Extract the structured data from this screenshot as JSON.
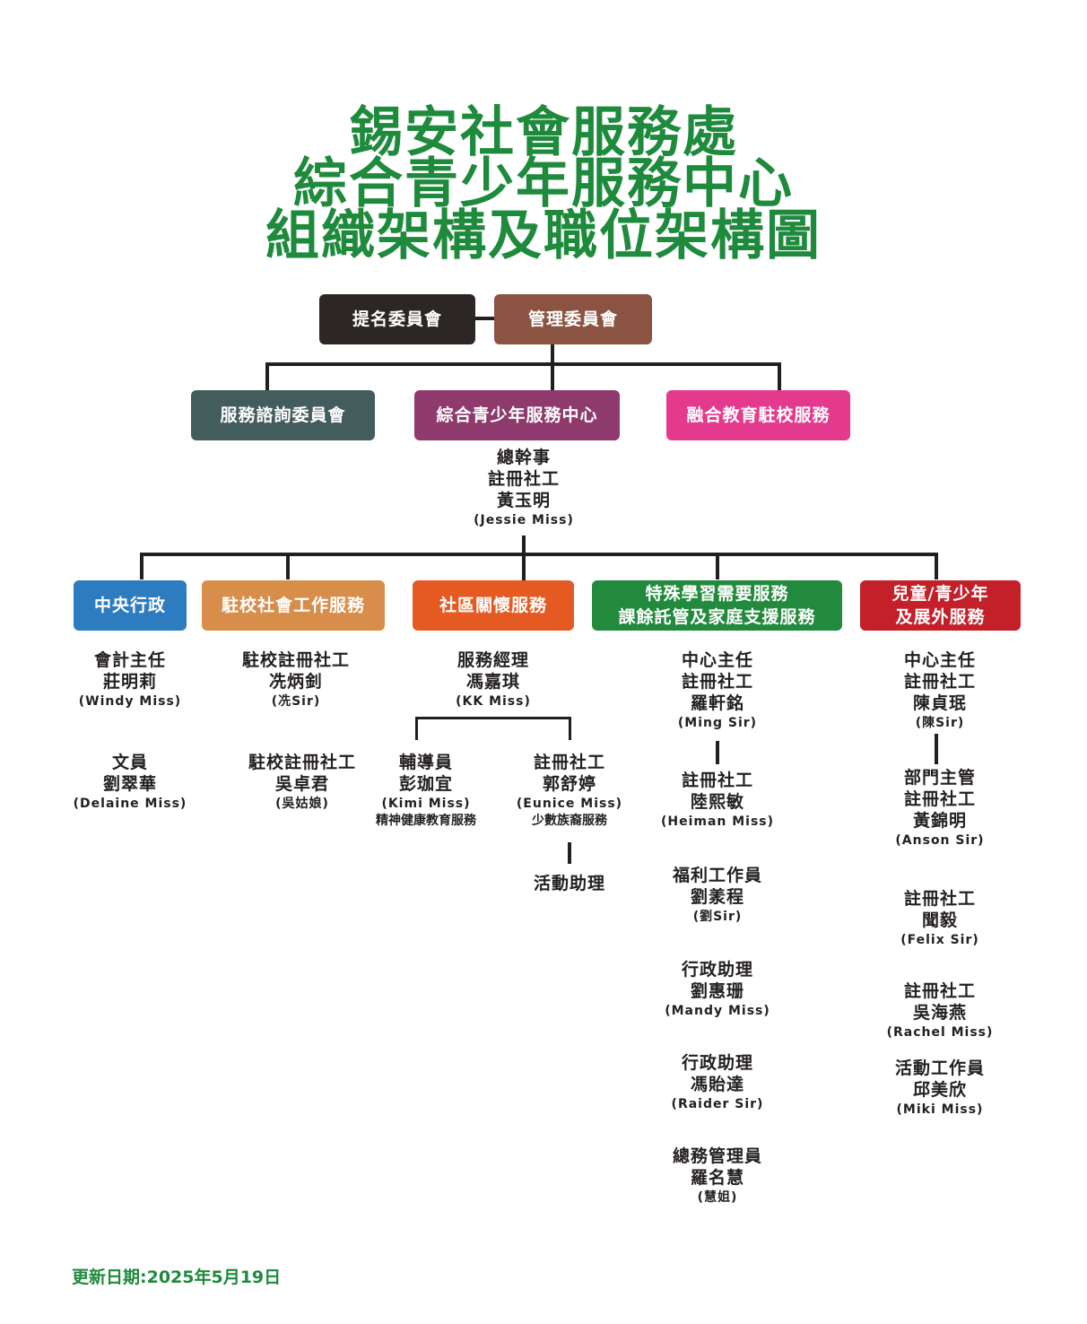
{
  "title": {
    "line1": "錫安社會服務處",
    "line2": "綜合青少年服務中心",
    "line3": "組織架構及職位架構圖"
  },
  "boxes": {
    "nomination": {
      "label": "提名委員會",
      "color": "#2c2624"
    },
    "management": {
      "label": "管理委員會",
      "color": "#8a5342"
    },
    "advisory": {
      "label": "服務諮詢委員會",
      "color": "#435c5c"
    },
    "centre": {
      "label": "綜合青少年服務中心",
      "color": "#8e3a6c"
    },
    "inclusive": {
      "label": "融合教育駐校服務",
      "color": "#e43a8e"
    },
    "central_admin": {
      "label": "中央行政",
      "color": "#2e7cc0"
    },
    "school_sw": {
      "label": "駐校社會工作服務",
      "color": "#d88d4a"
    },
    "community": {
      "label": "社區關懷服務",
      "color": "#e55a22"
    },
    "special": {
      "line1": "特殊學習需要服務",
      "line2": "課餘託管及家庭支援服務",
      "color": "#228a3c"
    },
    "children": {
      "line1": "兒童/青少年",
      "line2": "及展外服務",
      "color": "#c3202a"
    }
  },
  "supervisor": {
    "role": "總幹事",
    "title": "註冊社工",
    "name": "黃玉明",
    "en": "(Jessie Miss)"
  },
  "central_admin": [
    {
      "role": "會計主任",
      "name": "莊明莉",
      "en": "(Windy Miss)"
    },
    {
      "role": "文員",
      "name": "劉翠華",
      "en": "(Delaine Miss)"
    }
  ],
  "school_sw": [
    {
      "role": "駐校註冊社工",
      "name": "冼炳釗",
      "en": "(冼Sir)"
    },
    {
      "role": "駐校註冊社工",
      "name": "吳卓君",
      "en": "(吳姑娘)"
    }
  ],
  "community": {
    "manager": {
      "role": "服務經理",
      "name": "馮嘉琪",
      "en": "(KK Miss)"
    },
    "counsellor": {
      "role": "輔導員",
      "name": "彭珈宜",
      "en": "(Kimi Miss)",
      "note": "精神健康教育服務"
    },
    "sw": {
      "role": "註冊社工",
      "name": "郭舒婷",
      "en": "(Eunice Miss)",
      "note": "少數族裔服務"
    },
    "assistant": {
      "role": "活動助理"
    }
  },
  "special": [
    {
      "role": "中心主任",
      "title": "註冊社工",
      "name": "羅軒銘",
      "en": "(Ming Sir)"
    },
    {
      "role": "註冊社工",
      "name": "陸熙敏",
      "en": "(Heiman Miss)"
    },
    {
      "role": "福利工作員",
      "name": "劉羕程",
      "en": "(劉Sir)"
    },
    {
      "role": "行政助理",
      "name": "劉惠珊",
      "en": "(Mandy Miss)"
    },
    {
      "role": "行政助理",
      "name": "馮貽達",
      "en": "(Raider Sir)"
    },
    {
      "role": "總務管理員",
      "name": "羅名慧",
      "en": "(慧姐)"
    }
  ],
  "children": [
    {
      "role": "中心主任",
      "title": "註冊社工",
      "name": "陳貞珉",
      "en": "(陳Sir)"
    },
    {
      "role": "部門主管",
      "title": "註冊社工",
      "name": "黃錦明",
      "en": "(Anson Sir)"
    },
    {
      "role": "註冊社工",
      "name": "聞毅",
      "en": "(Felix Sir)"
    },
    {
      "role": "註冊社工",
      "name": "吳海燕",
      "en": "(Rachel Miss)"
    },
    {
      "role": "活動工作員",
      "name": "邱美欣",
      "en": "(Miki Miss)"
    }
  ],
  "updated": "更新日期:2025年5月19日"
}
